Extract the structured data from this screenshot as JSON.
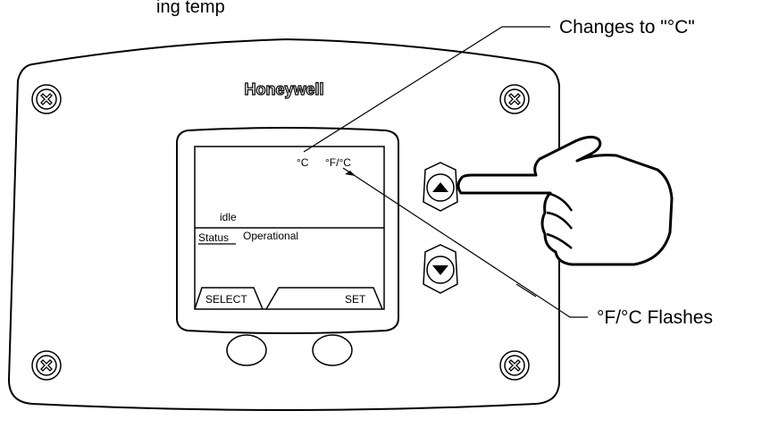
{
  "top_caption_fragment": "ing temp",
  "brand": "Honeywell",
  "display": {
    "unit_c": "°C",
    "unit_fc": "°F/°C",
    "mode": "idle",
    "status_label": "Status",
    "status_value": "Operational",
    "softkey_left": "SELECT",
    "softkey_right": "SET"
  },
  "callouts": {
    "changes": "Changes to \"°C\"",
    "flashes": "°F/°C Flashes"
  },
  "icons": {
    "screw": "phillips-screw-icon",
    "up": "up-arrow-button-icon",
    "down": "down-arrow-button-icon",
    "hand": "pointing-hand-icon"
  }
}
